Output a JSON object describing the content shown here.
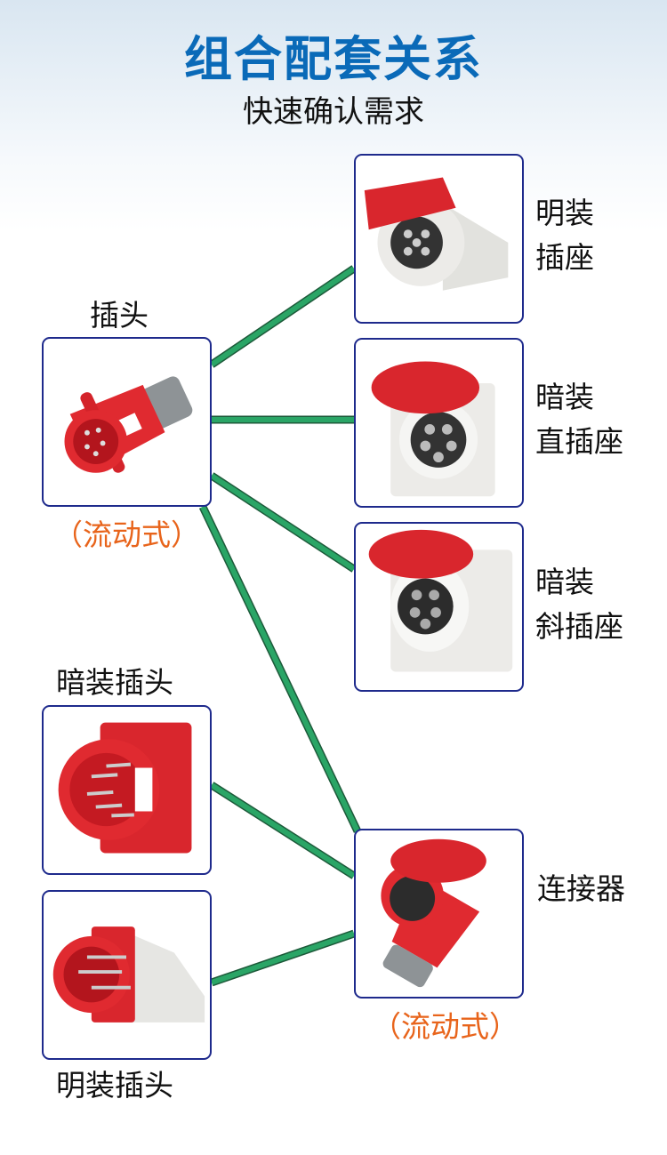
{
  "header": {
    "title": "组合配套关系",
    "subtitle": "快速确认需求"
  },
  "colors": {
    "title": "#0a6ab8",
    "line": "#2aa566",
    "border": "#1e2a8c",
    "accent": "#e8641b",
    "product_red": "#e02a30"
  },
  "left": {
    "plug": {
      "label": "插头",
      "note": "（流动式）"
    },
    "panel_plug": {
      "label": "暗装插头"
    },
    "surface_plug": {
      "label": "明装插头"
    }
  },
  "right": {
    "surface_socket": {
      "line1": "明装",
      "line2": "插座"
    },
    "flush_straight_socket": {
      "line1": "暗装",
      "line2": "直插座"
    },
    "flush_angled_socket": {
      "line1": "暗装",
      "line2": "斜插座"
    },
    "connector": {
      "label": "连接器",
      "note": "（流动式）"
    }
  }
}
